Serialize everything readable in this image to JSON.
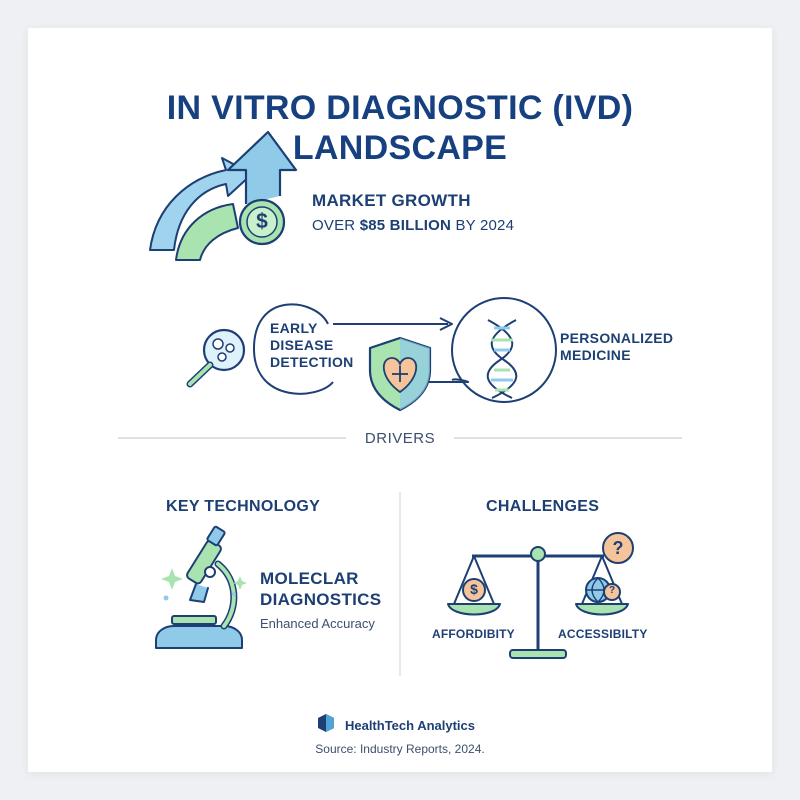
{
  "title_line1": "IN VITRO DIAGNOSTIC (IVD)",
  "title_line2": "LANDSCAPE",
  "market": {
    "title": "MARKET GROWTH",
    "sub_prefix": "OVER ",
    "sub_bold": "$85 BILLION",
    "sub_suffix": " BY 2024",
    "dollar_symbol": "$"
  },
  "flow": {
    "left_line1": "EARLY",
    "left_line2": "DISEASE",
    "left_line3": "DETECTION",
    "right_line1": "PERSONALIZED",
    "right_line2": "MEDICINE"
  },
  "drivers_label": "DRIVERS",
  "key_technology": {
    "title": "KEY TECHNOLOGY",
    "line1": "MOLECLAR",
    "line2": "DIAGNOSTICS",
    "sub": "Enhanced Accuracy"
  },
  "challenges": {
    "title": "CHALLENGES",
    "left_label": "AFFORDIBITY",
    "right_label": "ACCESSIBILTY",
    "dollar_symbol": "$",
    "question_symbol": "?"
  },
  "footer": {
    "brand": "HealthTech Analytics",
    "source": "Source: Industry Reports, 2024."
  },
  "colors": {
    "navy": "#16407f",
    "sky": "#8fcbe8",
    "mint": "#a8e3b0",
    "peach": "#f6c49a"
  }
}
